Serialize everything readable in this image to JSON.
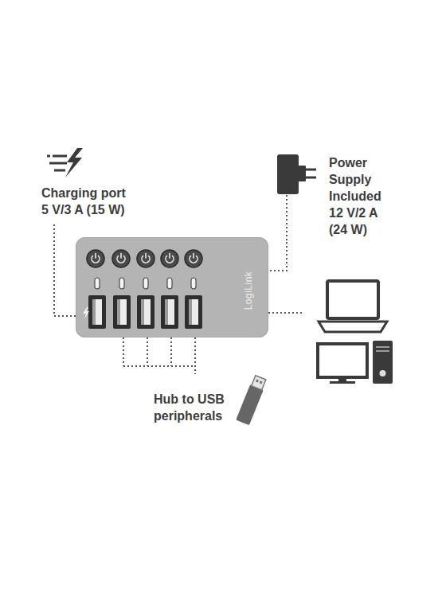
{
  "diagram": {
    "nodes": [
      {
        "text": [
          "Charging port 5 V/3 A (15 W)"
        ]
      },
      {
        "text": [
          "Power Supply Included 12 V/2 A (24 W)"
        ]
      },
      {
        "text": [
          "LogiLink"
        ]
      },
      {
        "text": [
          "Hub to USB peripherals"
        ]
      }
    ],
    "edges": [
      {
        "from": 0,
        "to": 2,
        "arrow": "none"
      },
      {
        "from": 1,
        "to": 2,
        "arrow": "none"
      },
      {
        "from": 2,
        "to": 3,
        "arrow": "none"
      }
    ]
  }
}
